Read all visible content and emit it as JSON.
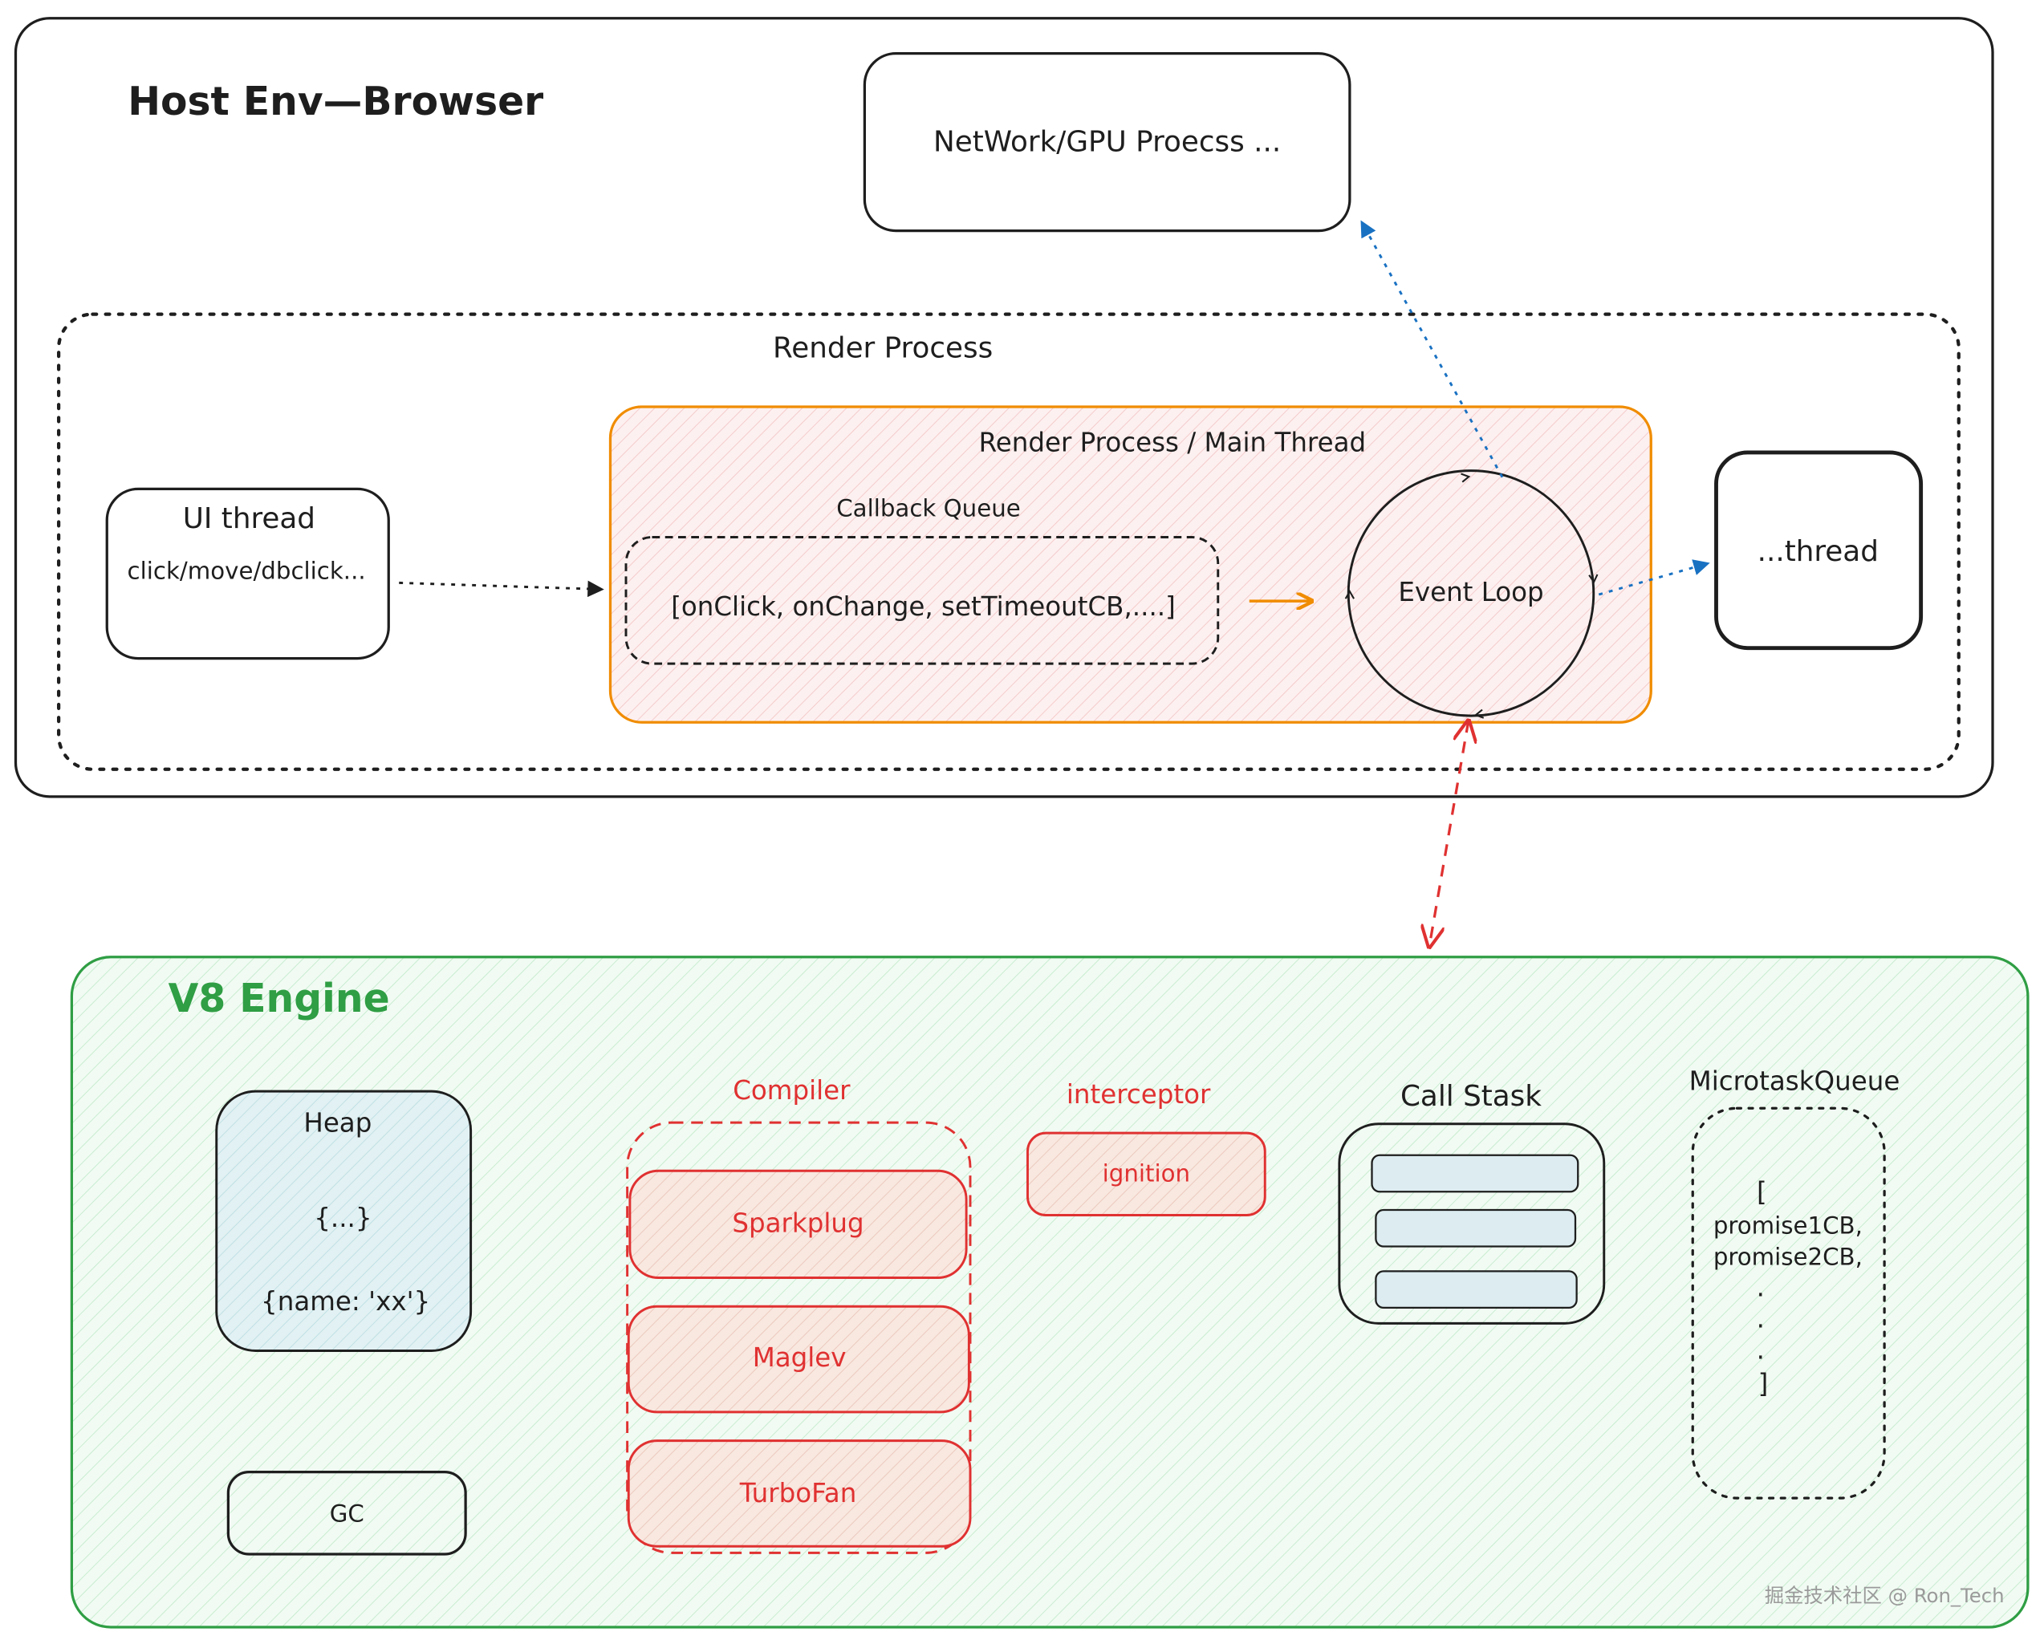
{
  "host": {
    "title": "Host Env—Browser"
  },
  "network_box": {
    "label": "NetWork/GPU Proecss ..."
  },
  "render_process": {
    "label": "Render Process"
  },
  "main_thread": {
    "label": "Render Process / Main Thread"
  },
  "callback_queue": {
    "title": "Callback Queue",
    "content": "[onClick, onChange, setTimeoutCB,....]"
  },
  "event_loop": {
    "label": "Event Loop"
  },
  "ui_thread": {
    "title": "UI thread",
    "subtitle": "click/move/dbclick..."
  },
  "other_thread": {
    "label": "...thread"
  },
  "v8": {
    "title": "V8 Engine"
  },
  "heap": {
    "title": "Heap",
    "line1": "{...}",
    "line2": "{name: 'xx'}"
  },
  "gc": {
    "label": "GC"
  },
  "compiler": {
    "title": "Compiler",
    "items": [
      "Sparkplug",
      "Maglev",
      "TurboFan"
    ]
  },
  "interceptor": {
    "title": "interceptor",
    "item": "ignition"
  },
  "call_stack": {
    "title": "Call Stask"
  },
  "microtask_queue": {
    "title": "MicrotaskQueue",
    "lines": [
      "[",
      "promise1CB,",
      "promise2CB,",
      ".",
      ".",
      ".",
      "]"
    ]
  },
  "watermark": "掘金技术社区 @ Ron_Tech",
  "colors": {
    "stroke": "#1e1e1e",
    "orange": "#f08c00",
    "orange_fill": "#fbe3e3",
    "blue": "#1971c2",
    "red": "#e03131",
    "green": "#2f9e44",
    "green_fill": "#ebfbee",
    "heap_fill": "#d8ecef",
    "red_fill": "#f7e4dc",
    "slot_fill": "#dcecf0"
  }
}
